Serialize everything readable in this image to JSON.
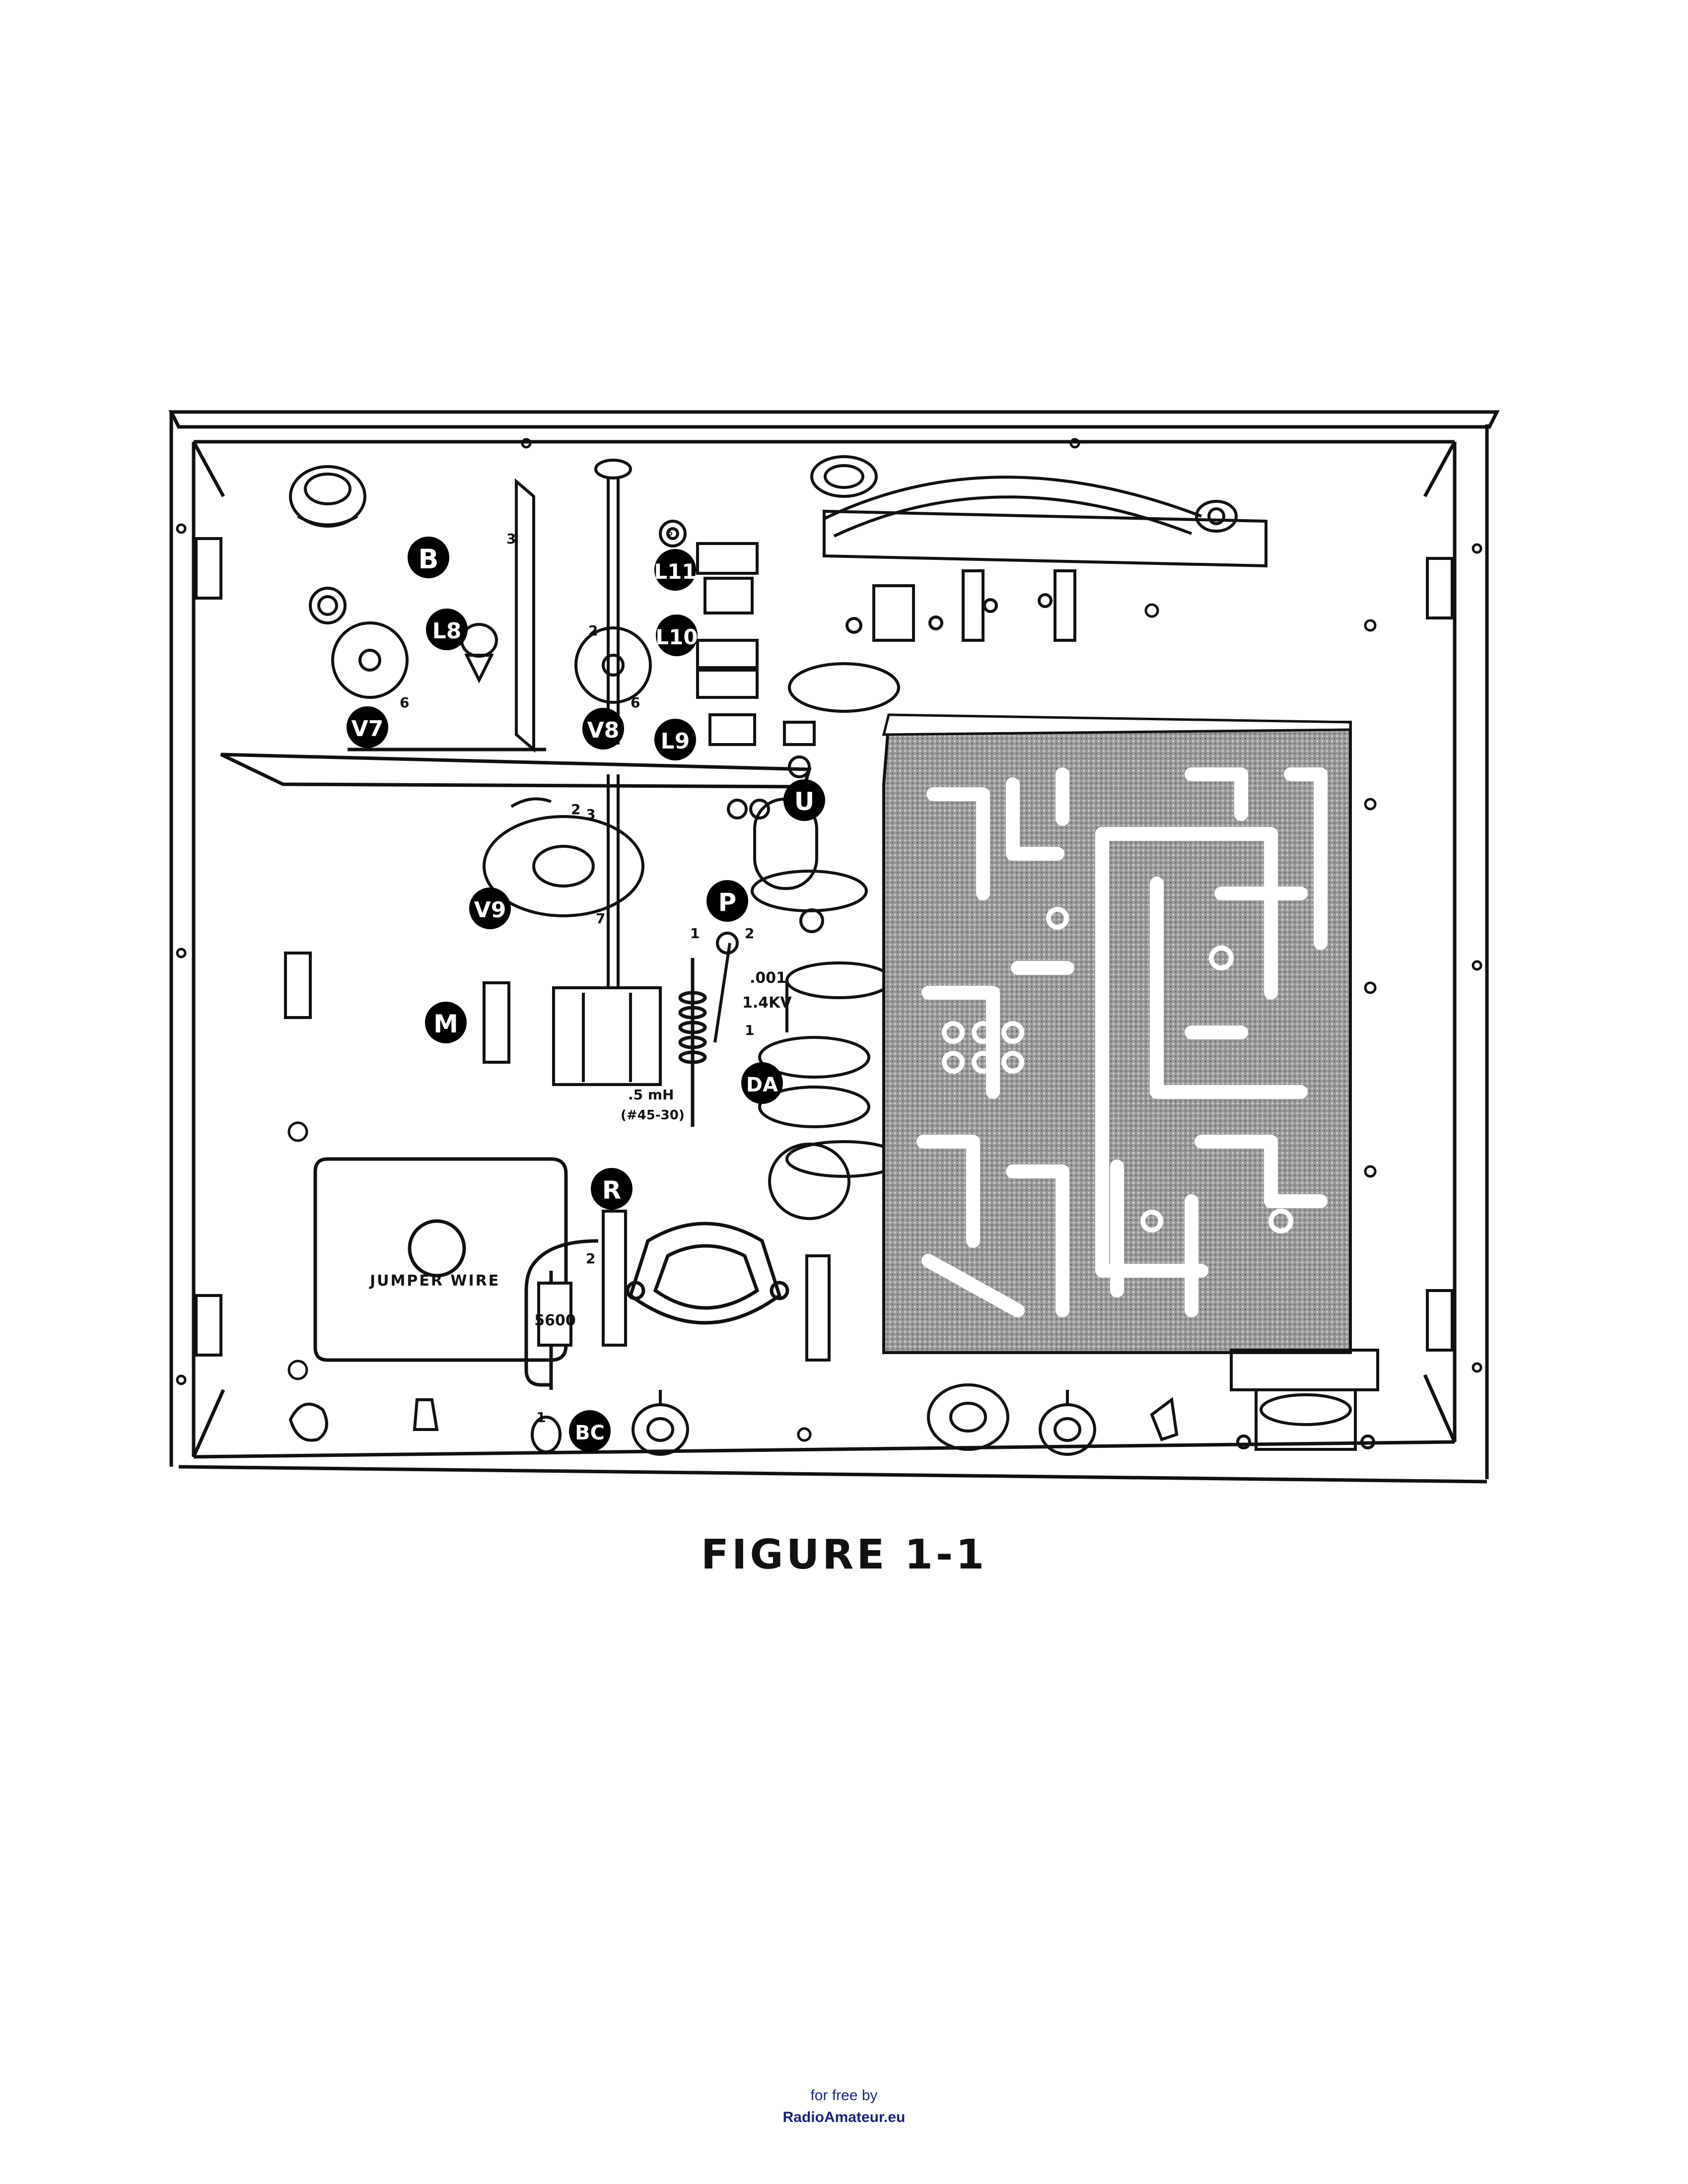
{
  "figure": {
    "caption": "FIGURE 1-1"
  },
  "callouts": {
    "B": "B",
    "L11": "L11",
    "L10": "L10",
    "L8": "L8",
    "V7": "V7",
    "V8": "V8",
    "L9": "L9",
    "U": "U",
    "V9": "V9",
    "P": "P",
    "M": "M",
    "DA": "DA",
    "R": "R",
    "BC": "BC"
  },
  "annotations": {
    "jumper_wire": "JUMPER WIRE",
    "resistor_value": "5600",
    "capacitor_value": ".001",
    "capacitor_voltage": "1.4KV",
    "choke_value": ".5 mH",
    "choke_part": "(#45-30)",
    "pin_3_b": "3",
    "pin_2_v8": "2",
    "pin_6_v7": "6",
    "pin_6_v8": "6",
    "pin_2_v9": "2",
    "pin_3_v9": "3",
    "pin_7_v9": "7",
    "pin_1_p": "1",
    "pin_2_p": "2",
    "pin_1_da": "1",
    "pin_2_r": "2",
    "pin_1_bc": "1"
  },
  "footer": {
    "line1": "for free by",
    "line2": "RadioAmateur.eu"
  }
}
